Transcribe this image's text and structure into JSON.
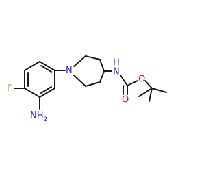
{
  "molecule": {
    "atoms": {
      "fluorine": {
        "symbol": "F",
        "color": "#76b83a"
      },
      "ring_nitrogen": {
        "symbol": "N",
        "color": "#2323d8"
      },
      "amine": {
        "symbol": "NH",
        "subscript": "2",
        "color": "#2323d8"
      },
      "carbamate_nh": {
        "symbol": "H",
        "second": "N",
        "color": "#2323d8"
      },
      "carbonyl_oxygen": {
        "symbol": "O",
        "color": "#e01616"
      },
      "ester_oxygen": {
        "symbol": "O",
        "color": "#e01616"
      }
    },
    "bond_color": "#1a1a1a"
  }
}
